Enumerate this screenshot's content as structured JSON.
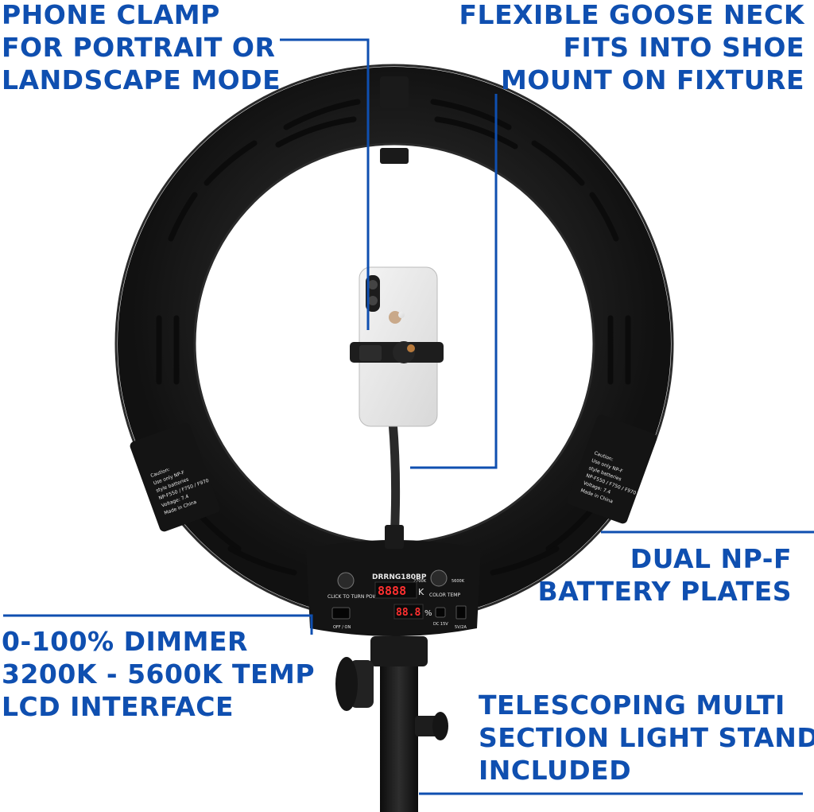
{
  "callouts": {
    "phone_clamp": [
      "PHONE CLAMP",
      "FOR PORTRAIT OR",
      "LANDSCAPE MODE"
    ],
    "goose_neck": [
      "FLEXIBLE GOOSE NECK",
      "FITS INTO SHOE",
      "MOUNT ON FIXTURE"
    ],
    "battery": [
      "DUAL NP-F",
      "BATTERY PLATES"
    ],
    "dimmer": [
      "0-100% DIMMER",
      "3200K - 5600K TEMP",
      "LCD INTERFACE"
    ],
    "stand": [
      "TELESCOPING MULTI",
      "SECTION LIGHT STAND",
      "INCLUDED"
    ]
  },
  "control_panel": {
    "model": "DRRNG180BP",
    "left_knob_label": "CLICK TO TURN POWER",
    "right_knob_label": "COLOR TEMP",
    "temp_min": "2700K",
    "temp_max": "5600K",
    "temp_display": "8888",
    "temp_unit": "K",
    "dim_display": "88.8",
    "dim_unit": "%",
    "switch_label": "OFF / ON",
    "dc_label": "DC 15V",
    "usb_label": "5V/2A"
  },
  "battery_labels": {
    "left": [
      "Caution:",
      "Use only NP-F",
      "style batteries",
      "NP-F550 / F750 / F970",
      "Voltage: 7.4",
      "Made in China"
    ],
    "right": [
      "Caution:",
      "Use only NP-F",
      "style batteries",
      "NP-F550 / F750 / F970",
      "Voltage: 7.4",
      "Made in China"
    ]
  },
  "colors": {
    "accent": "#0f4fb0",
    "ring": "#1c1c1c",
    "background": "#ffffff"
  },
  "icons": {
    "phone": "phone-icon",
    "apple_logo": "apple-logo-icon"
  }
}
